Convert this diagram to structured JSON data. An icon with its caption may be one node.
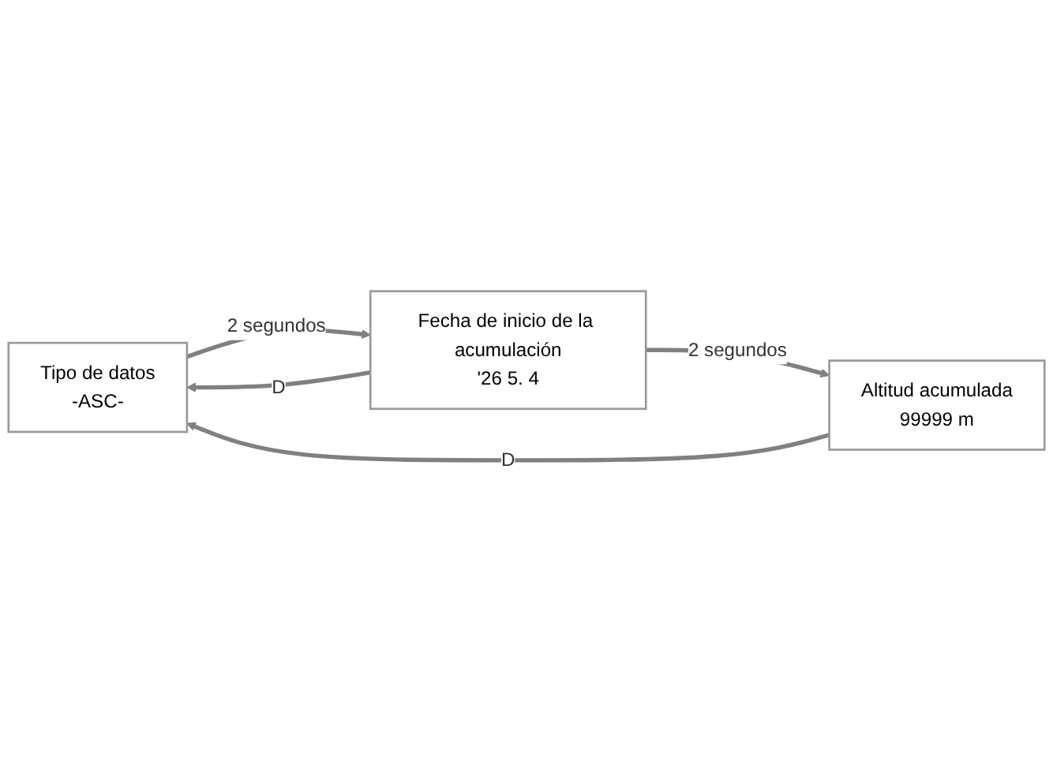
{
  "diagram": {
    "nodes": [
      {
        "text": [
          "Tipo de datos",
          "-ASC-"
        ]
      },
      {
        "text": [
          "Fecha de inicio de la acumulación",
          "'26 5. 4"
        ]
      },
      {
        "text": [
          "Altitud acumulada",
          "99999 m"
        ]
      }
    ],
    "edges": [
      {
        "from": 0,
        "to": 1,
        "arrow": "to",
        "label": "2 segundos"
      },
      {
        "from": 1,
        "to": 0,
        "arrow": "to",
        "label": "D"
      },
      {
        "from": 1,
        "to": 2,
        "arrow": "to",
        "label": "2 segundos"
      },
      {
        "from": 2,
        "to": 0,
        "arrow": "to",
        "label": "D"
      }
    ]
  }
}
